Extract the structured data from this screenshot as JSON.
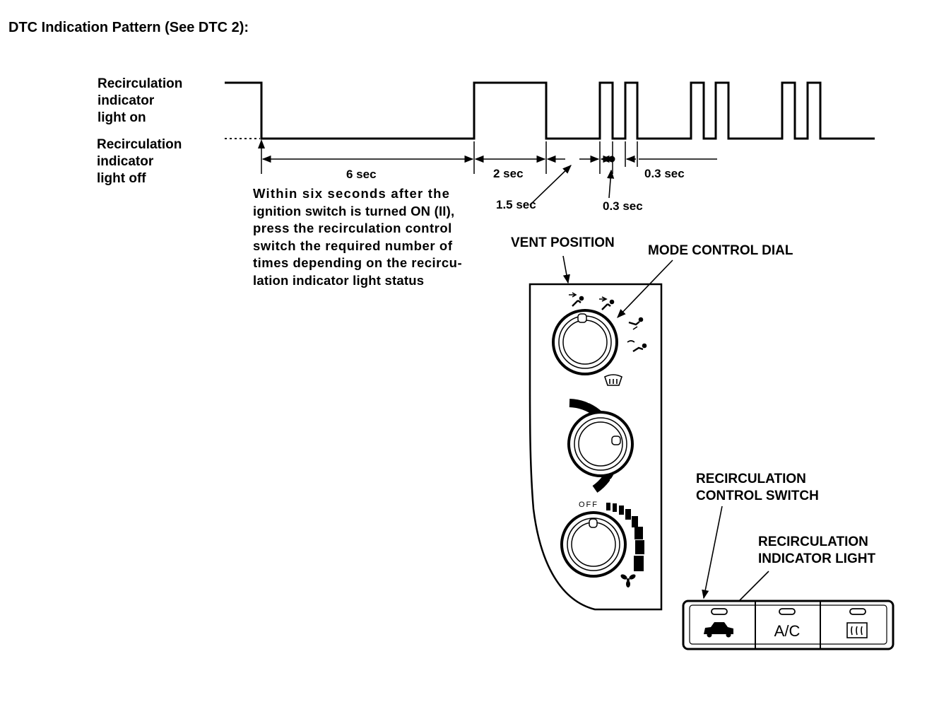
{
  "title": "DTC Indication Pattern (See DTC 2):",
  "signal": {
    "on_label": [
      "Recirculation",
      "indicator",
      "light on"
    ],
    "off_label": [
      "Recirculation",
      "indicator",
      "light off"
    ]
  },
  "timings": {
    "t1": "6 sec",
    "t2": "2 sec",
    "t3": "1.5 sec",
    "t4": "0.3 sec",
    "t5": "0.3 sec"
  },
  "instruction": [
    "Within six seconds after the",
    "ignition switch is turned ON (II),",
    "press the recirculation control",
    "switch the required number of",
    "times depending on the recircu-",
    "lation indicator light status"
  ],
  "callouts": {
    "vent_position": "VENT POSITION",
    "mode_control_dial": "MODE CONTROL DIAL",
    "recirc_switch": [
      "RECIRCULATION",
      "CONTROL SWITCH"
    ],
    "recirc_light": [
      "RECIRCULATION",
      "INDICATOR LIGHT"
    ]
  },
  "panel": {
    "fan_off_label": "OFF",
    "ac_button_label": "A/C"
  }
}
